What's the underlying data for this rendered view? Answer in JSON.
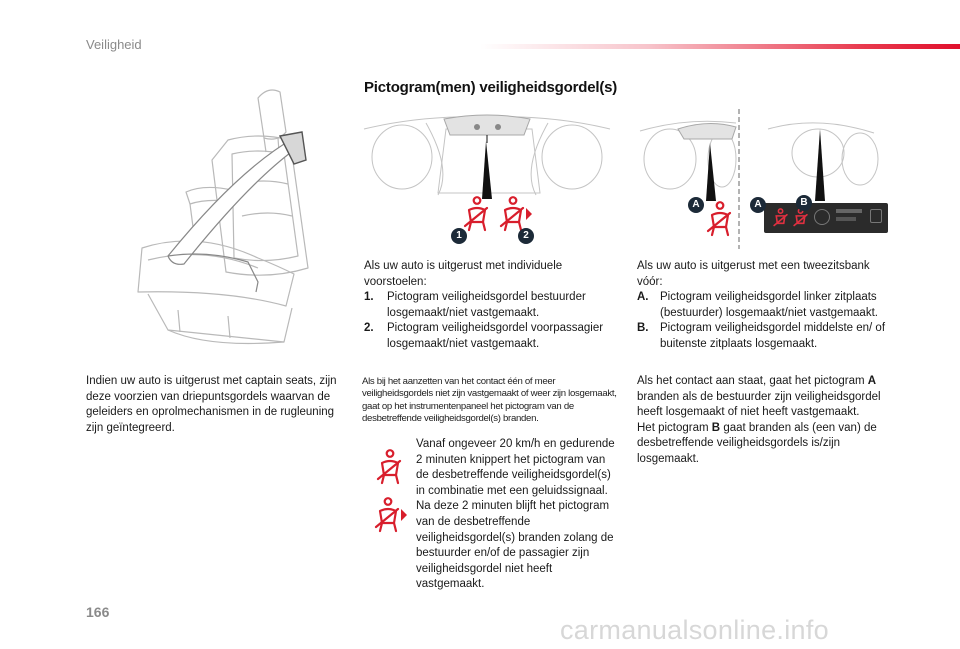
{
  "header": {
    "section_label": "Veiligheid",
    "accent_color": "#e0102c"
  },
  "footer": {
    "page_number": "166",
    "watermark": "carmanualsonline.info"
  },
  "section_title": "Pictogram(men) veiligheidsgordel(s)",
  "captain_seats_text": "Indien uw auto is uitgerust met captain seats, zijn deze voorzien van driepuntsgordels waarvan de geleiders en oprolmechanismen in de rugleuning zijn geïntegreerd.",
  "individual": {
    "intro": "Als uw auto is uitgerust met individuele voorstoelen:",
    "items": [
      {
        "num": "1.",
        "text": "Pictogram veiligheidsgordel bestuurder losgemaakt/niet vastgemaakt."
      },
      {
        "num": "2.",
        "text": "Pictogram veiligheidsgordel voorpassagier losgemaakt/niet vastgemaakt."
      }
    ],
    "badges": [
      "1",
      "2"
    ]
  },
  "bench": {
    "intro": "Als uw auto is uitgerust met een tweezitsbank vóór:",
    "items": [
      {
        "num": "A.",
        "text": "Pictogram veiligheidsgordel linker zitplaats (bestuurder) losgemaakt/niet vastgemaakt."
      },
      {
        "num": "B.",
        "text": "Pictogram veiligheidsgordel middelste en/ of buitenste zitplaats losgemaakt."
      }
    ],
    "badges": [
      "A",
      "B"
    ]
  },
  "ignition_note": "Als bij het aanzetten van het contact één of meer veiligheidsgordels niet zijn vastgemaakt of weer zijn losgemaakt, gaat op het instrumentenpaneel het pictogram van de desbetreffende veiligheidsgordel(s) branden.",
  "speed_warning": "Vanaf ongeveer 20 km/h en gedurende 2 minuten knippert het pictogram van de desbetreffende veiligheidsgordel(s) in combinatie met een geluidssignaal. Na deze 2 minuten blijft het pictogram van de desbetreffende veiligheidsgordel(s) branden zolang de bestuurder en/of de passagier zijn veiligheidsgordel niet heeft vastgemaakt.",
  "contact_text": {
    "p1": "Als het contact aan staat, gaat het pictogram",
    "a_label": "A",
    "p2": "branden als de bestuurder zijn veiligheidsgordel heeft losgemaakt of niet heeft vastgemaakt.",
    "p3": "Het pictogram",
    "b_label": "B",
    "p4": "gaat branden als (een van) de desbetreffende veiligheidsgordels is/zijn losgemaakt."
  },
  "colors": {
    "warning_red": "#d81e2c",
    "badge_dark": "#1c2a38",
    "line_art": "#b9b9b9"
  }
}
